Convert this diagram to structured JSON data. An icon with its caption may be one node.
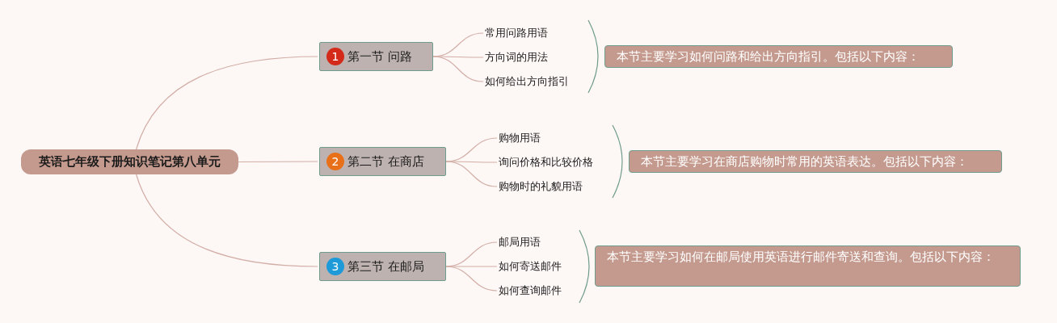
{
  "diagram": {
    "nodes": [
      {
        "text": [
          "英语七年级下册知识笔记第八单元"
        ]
      },
      {
        "text": [
          "1",
          "第一节 问路"
        ]
      },
      {
        "text": [
          "常用问路用语"
        ]
      },
      {
        "text": [
          "方向词的用法"
        ]
      },
      {
        "text": [
          "如何给出方向指引"
        ]
      },
      {
        "text": [
          "本节主要学习如何问路和给出方向指引。包括以下内容："
        ]
      },
      {
        "text": [
          "2",
          "第二节 在商店"
        ]
      },
      {
        "text": [
          "购物用语"
        ]
      },
      {
        "text": [
          "询问价格和比较价格"
        ]
      },
      {
        "text": [
          "购物时的礼貌用语"
        ]
      },
      {
        "text": [
          "本节主要学习在商店购物时常用的英语表达。包括以下内容："
        ]
      },
      {
        "text": [
          "3",
          "第三节 在邮局"
        ]
      },
      {
        "text": [
          "邮局用语"
        ]
      },
      {
        "text": [
          "如何寄送邮件"
        ]
      },
      {
        "text": [
          "如何查询邮件"
        ]
      },
      {
        "text": [
          "本节主要学习如何在邮局使用英语进行邮件寄送和查询。包括以下内容："
        ]
      }
    ],
    "edges": [
      {
        "from": 0,
        "to": 1,
        "arrow": "none"
      },
      {
        "from": 0,
        "to": 6,
        "arrow": "none"
      },
      {
        "from": 0,
        "to": 11,
        "arrow": "none"
      },
      {
        "from": 1,
        "to": 2,
        "arrow": "none"
      },
      {
        "from": 1,
        "to": 3,
        "arrow": "none"
      },
      {
        "from": 1,
        "to": 4,
        "arrow": "none"
      },
      {
        "from": 6,
        "to": 7,
        "arrow": "none"
      },
      {
        "from": 6,
        "to": 8,
        "arrow": "none"
      },
      {
        "from": 6,
        "to": 9,
        "arrow": "none"
      },
      {
        "from": 11,
        "to": 12,
        "arrow": "none"
      },
      {
        "from": 11,
        "to": 13,
        "arrow": "none"
      },
      {
        "from": 11,
        "to": 14,
        "arrow": "none"
      }
    ]
  }
}
